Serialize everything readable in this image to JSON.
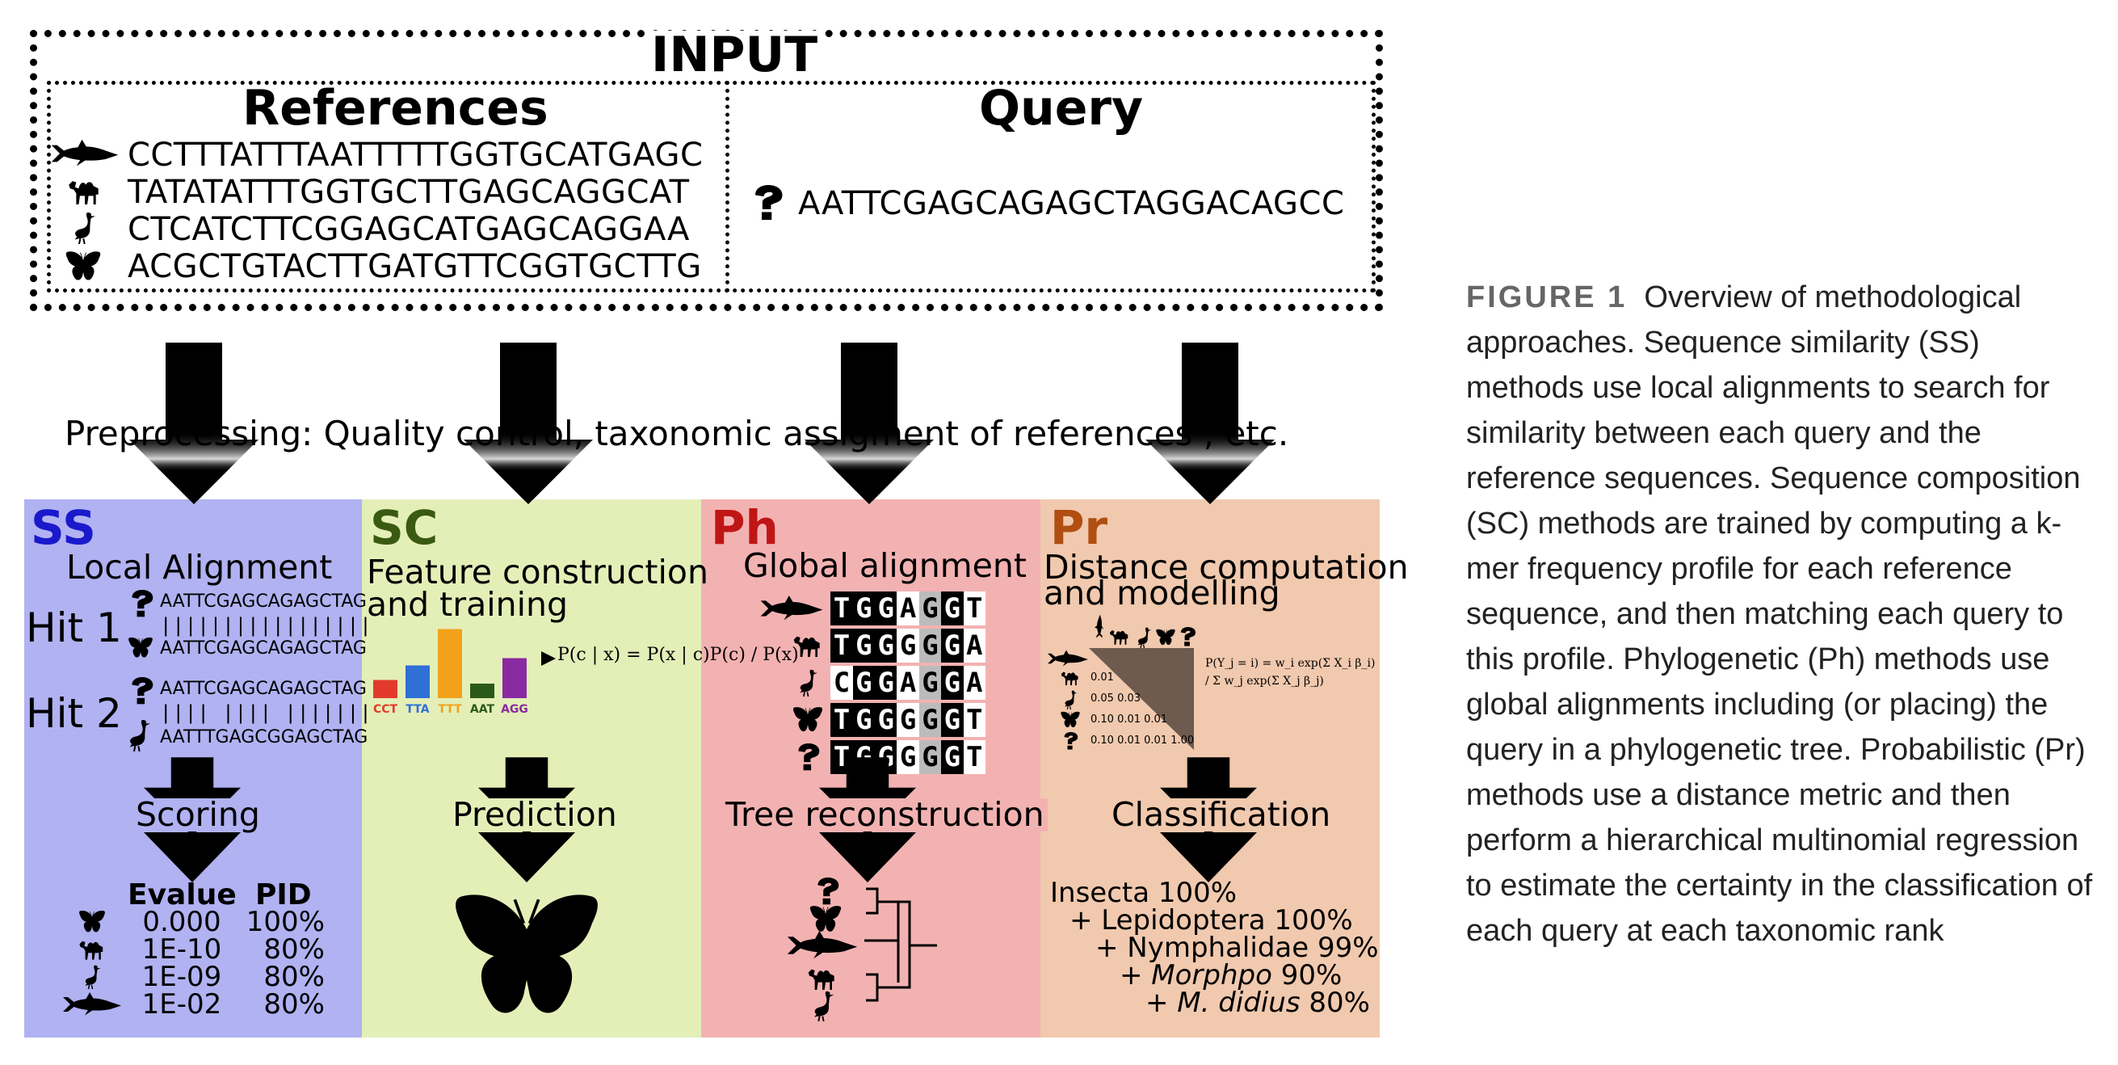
{
  "input": {
    "title": "INPUT",
    "references_title": "References",
    "query_title": "Query",
    "references": [
      {
        "icon": "shark-icon",
        "seq": "CCTTTATTTAATTTTTGGTGCATGAGC"
      },
      {
        "icon": "camel-icon",
        "seq": "TATATATTTGGTGCTTGAGCAGGCAT"
      },
      {
        "icon": "bird-icon",
        "seq": "CTCATCTTCGGAGCATGAGCAGGAA"
      },
      {
        "icon": "butterfly-icon",
        "seq": "ACGCTGTACTTGATGTTCGGTGCTTG"
      }
    ],
    "query_seq": "AATTCGAGCAGAGCTAGGACAGCC",
    "query_icon": "question-mark-icon"
  },
  "preprocessing": "Preprocessing: Quality control, taxonomic assigment of references , etc.",
  "colors": {
    "ss": "#b0b2f2",
    "sc": "#e4efb8",
    "ph": "#f3b2b2",
    "pr": "#f1c9ae",
    "ss_tag": "#1a1acc",
    "sc_tag": "#3a5a12",
    "ph_tag": "#c01515",
    "pr_tag": "#b14e12"
  },
  "panels": {
    "ss": {
      "tag": "SS",
      "title": "Local Alignment",
      "hit1": "Hit 1",
      "hit2": "Hit 2",
      "hit1_query": "AATTCGAGCAGAGCTAG",
      "hit1_bars": "|||||||||||||||||",
      "hit1_ref": "AATTCGAGCAGAGCTAG",
      "hit2_query": "AATTCGAGCAGAGCTAG",
      "hit2_bars": "||||  ||||  |||||||",
      "hit2_ref": "AATTTGAGCGGAGCTAG",
      "step": "Scoring",
      "table_head_evalue": "Evalue",
      "table_head_pid": "PID",
      "rows": [
        {
          "icon": "butterfly-icon",
          "evalue": "0.000",
          "pid": "100%"
        },
        {
          "icon": "camel-icon",
          "evalue": "1E-10",
          "pid": "80%"
        },
        {
          "icon": "bird-icon",
          "evalue": "1E-09",
          "pid": "80%"
        },
        {
          "icon": "shark-icon",
          "evalue": "1E-02",
          "pid": "80%"
        }
      ]
    },
    "sc": {
      "tag": "SC",
      "title_line1": "Feature  construction",
      "title_line2": "and training",
      "bar_labels": [
        "CCT",
        "TTA",
        "TTT",
        "AAT",
        "AGG"
      ],
      "bar_values": [
        0.25,
        0.45,
        0.95,
        0.2,
        0.55
      ],
      "bar_colors": [
        "#e23a2a",
        "#2f6fd6",
        "#f2a21a",
        "#2a5a1a",
        "#8a2aa0"
      ],
      "formula": "P(c | x) = P(x | c)P(c) / P(x)",
      "step": "Prediction"
    },
    "ph": {
      "tag": "Ph",
      "title": "Global alignment",
      "alignment": [
        {
          "icon": "shark-icon",
          "seq": "TGGAGGT"
        },
        {
          "icon": "camel-icon",
          "seq": "TGGGGGA"
        },
        {
          "icon": "bird-icon",
          "seq": "CGGAGGA"
        },
        {
          "icon": "butterfly-icon",
          "seq": "TGGGGGT"
        },
        {
          "icon": "question-mark-icon",
          "seq": "TGGGGGT"
        }
      ],
      "step": "Tree reconstruction",
      "tree_leaves": [
        "question-mark-icon",
        "butterfly-icon",
        "shark-icon",
        "camel-icon",
        "bird-icon"
      ]
    },
    "pr": {
      "tag": "Pr",
      "title_line1": "Distance computation",
      "title_line2": "and modelling",
      "matrix_rows": [
        "0.01",
        "0.05 0.03",
        "0.10 0.01 0.01",
        "0.10 0.01 0.01  1.00"
      ],
      "formula": "P(Y_j = i) = w_i exp(Σ X_i β_i) / Σ w_j exp(Σ X_j β_j)",
      "step": "Classification",
      "results": [
        {
          "text": "Insecta 100%"
        },
        {
          "text": "+ Lepidoptera 100%"
        },
        {
          "text": "+ Nymphalidae 99%"
        },
        {
          "prefix": "+ ",
          "italic": "Morphpo",
          "suffix": " 90%"
        },
        {
          "prefix": "+ ",
          "italic": "M. didius",
          "suffix": " 80%"
        }
      ]
    }
  },
  "caption": {
    "label": "FIGURE 1",
    "text": "Overview of methodological approaches. Sequence similarity (SS) methods use local alignments to search for similarity between each query and the reference sequences. Sequence composition (SC) methods are trained by computing a k-mer frequency profile for each reference sequence, and then matching each query to this profile. Phylogenetic (Ph) methods use global alignments including (or placing) the query in a phylogenetic tree. Probabilistic (Pr) methods use a distance metric and then perform a hierarchical multinomial regression to estimate the certainty in the classification of each query at each taxonomic rank"
  }
}
